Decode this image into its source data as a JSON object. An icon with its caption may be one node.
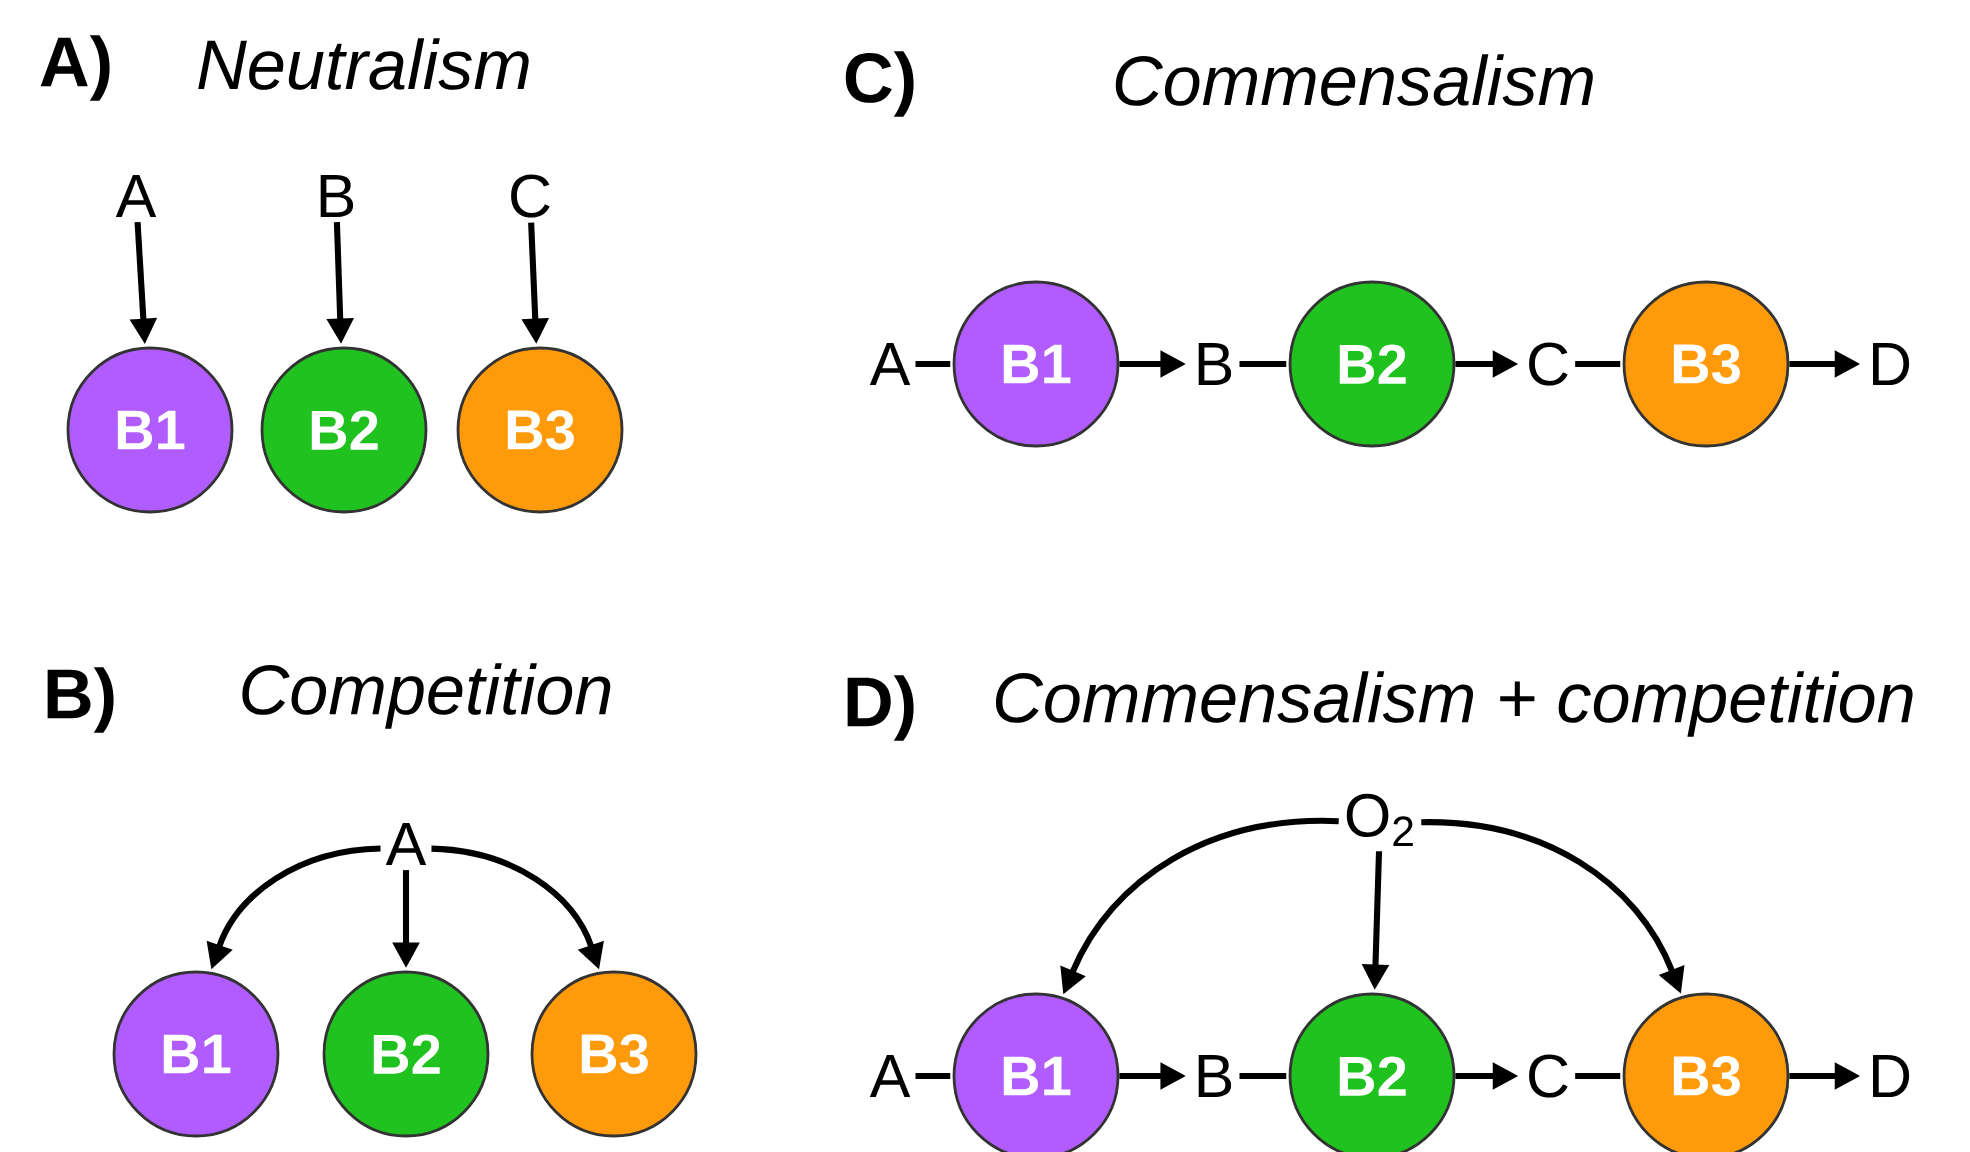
{
  "diagram": {
    "nodes": [
      {
        "text": [
          "A"
        ]
      },
      {
        "text": [
          "B"
        ]
      },
      {
        "text": [
          "C"
        ]
      },
      {
        "text": [
          "B1"
        ]
      },
      {
        "text": [
          "B2"
        ]
      },
      {
        "text": [
          "B3"
        ]
      },
      {
        "text": [
          "A"
        ]
      },
      {
        "text": [
          "B1"
        ]
      },
      {
        "text": [
          "B2"
        ]
      },
      {
        "text": [
          "B3"
        ]
      },
      {
        "text": [
          "A"
        ]
      },
      {
        "text": [
          "B1"
        ]
      },
      {
        "text": [
          "B"
        ]
      },
      {
        "text": [
          "B2"
        ]
      },
      {
        "text": [
          "C"
        ]
      },
      {
        "text": [
          "B3"
        ]
      },
      {
        "text": [
          "D"
        ]
      },
      {
        "text": [
          "O$_{2}$"
        ]
      },
      {
        "text": [
          "A"
        ]
      },
      {
        "text": [
          "B1"
        ]
      },
      {
        "text": [
          "B"
        ]
      },
      {
        "text": [
          "B2"
        ]
      },
      {
        "text": [
          "C"
        ]
      },
      {
        "text": [
          "B3"
        ]
      },
      {
        "text": [
          "D"
        ]
      }
    ],
    "edges": [
      {
        "from": 0,
        "to": 3,
        "arrow": "to"
      },
      {
        "from": 1,
        "to": 4,
        "arrow": "to"
      },
      {
        "from": 2,
        "to": 5,
        "arrow": "to"
      },
      {
        "from": 6,
        "to": 7,
        "arrow": "to"
      },
      {
        "from": 6,
        "to": 8,
        "arrow": "to"
      },
      {
        "from": 6,
        "to": 9,
        "arrow": "to"
      },
      {
        "from": 10,
        "to": 11,
        "arrow": "none"
      },
      {
        "from": 11,
        "to": 12,
        "arrow": "to"
      },
      {
        "from": 12,
        "to": 13,
        "arrow": "none"
      },
      {
        "from": 13,
        "to": 14,
        "arrow": "to"
      },
      {
        "from": 14,
        "to": 15,
        "arrow": "none"
      },
      {
        "from": 15,
        "to": 16,
        "arrow": "to"
      },
      {
        "from": 17,
        "to": 19,
        "arrow": "to"
      },
      {
        "from": 17,
        "to": 21,
        "arrow": "to"
      },
      {
        "from": 17,
        "to": 23,
        "arrow": "to"
      },
      {
        "from": 18,
        "to": 19,
        "arrow": "none"
      },
      {
        "from": 19,
        "to": 20,
        "arrow": "to"
      },
      {
        "from": 20,
        "to": 21,
        "arrow": "none"
      },
      {
        "from": 21,
        "to": 22,
        "arrow": "to"
      },
      {
        "from": 22,
        "to": 23,
        "arrow": "none"
      },
      {
        "from": 23,
        "to": 24,
        "arrow": "to"
      }
    ],
    "labels": [
      "A)",
      "Neutralism",
      "C)",
      "Commensalism",
      "B)",
      "Competition",
      "D)",
      "Commensalism + competition"
    ]
  }
}
